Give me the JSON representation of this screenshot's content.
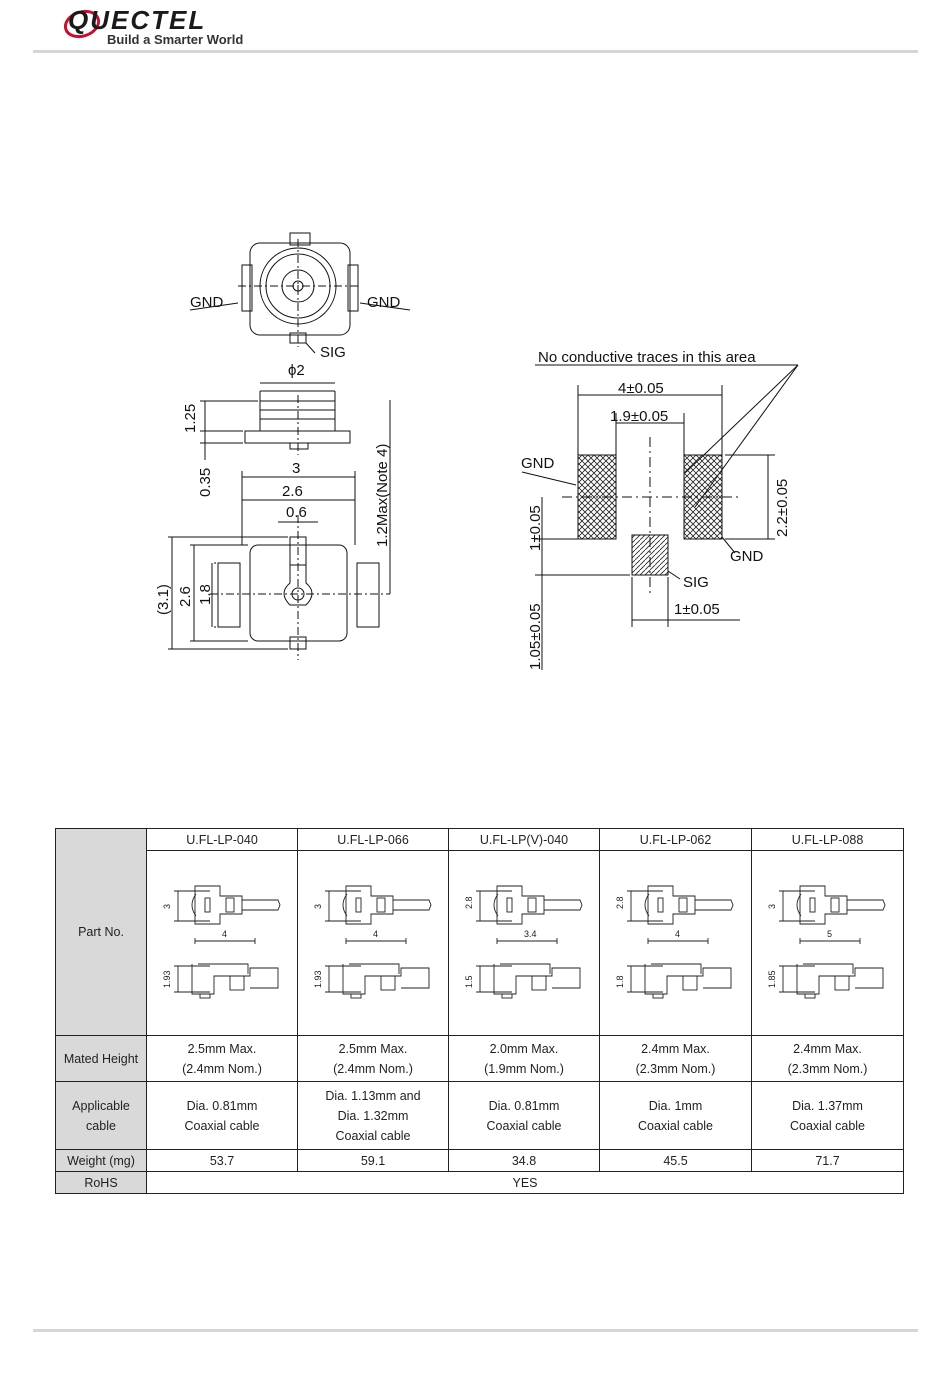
{
  "header": {
    "brand": "QUECTEL",
    "tagline": "Build a Smarter World",
    "brand_color": "#1a1a1a",
    "accent_color": "#c8102e"
  },
  "drawing": {
    "connector": {
      "gnd_left": "GND",
      "gnd_right": "GND",
      "sig": "SIG",
      "dia": "ϕ2",
      "h125": "1.25",
      "h035": "0.35",
      "w3": "3",
      "w26": "2.6",
      "w06": "0.6",
      "note": "1.2Max(Note 4)",
      "h31": "(3.1)",
      "h26": "2.6",
      "h18": "1.8"
    },
    "footprint": {
      "caption": "No conductive traces in this area",
      "d4": "4±0.05",
      "d19": "1.9±0.05",
      "gnd_left": "GND",
      "gnd_right": "GND",
      "sig": "SIG",
      "d22": "2.2±0.05",
      "d1": "1±0.05",
      "d105": "1.05±0.05",
      "d1b": "1±0.05"
    }
  },
  "table": {
    "row_labels": {
      "part_no": "Part No.",
      "mated_height": "Mated Height",
      "applicable_cable": [
        "Applicable",
        "cable"
      ],
      "weight": "Weight (mg)",
      "rohs": "RoHS"
    },
    "parts": [
      {
        "name": "U.FL-LP-040",
        "top_dim": "3",
        "len_dim": "4",
        "bot_dim": "1.93",
        "height": [
          "2.5mm Max.",
          "(2.4mm Nom.)"
        ],
        "cable": [
          "Dia. 0.81mm",
          "Coaxial cable"
        ],
        "weight": "53.7"
      },
      {
        "name": "U.FL-LP-066",
        "top_dim": "3",
        "len_dim": "4",
        "bot_dim": "1.93",
        "height": [
          "2.5mm Max.",
          "(2.4mm Nom.)"
        ],
        "cable": [
          "Dia. 1.13mm and",
          "Dia. 1.32mm",
          "Coaxial cable"
        ],
        "weight": "59.1"
      },
      {
        "name": "U.FL-LP(V)-040",
        "top_dim": "2.8",
        "len_dim": "3.4",
        "bot_dim": "1.5",
        "height": [
          "2.0mm Max.",
          "(1.9mm Nom.)"
        ],
        "cable": [
          "Dia. 0.81mm",
          "Coaxial cable"
        ],
        "weight": "34.8"
      },
      {
        "name": "U.FL-LP-062",
        "top_dim": "2.8",
        "len_dim": "4",
        "bot_dim": "1.8",
        "height": [
          "2.4mm Max.",
          "(2.3mm Nom.)"
        ],
        "cable": [
          "Dia. 1mm",
          "Coaxial cable"
        ],
        "weight": "45.5"
      },
      {
        "name": "U.FL-LP-088",
        "top_dim": "3",
        "len_dim": "5",
        "bot_dim": "1.85",
        "height": [
          "2.4mm Max.",
          "(2.3mm Nom.)"
        ],
        "cable": [
          "Dia. 1.37mm",
          "Coaxial cable"
        ],
        "weight": "71.7"
      }
    ],
    "rohs_value": "YES",
    "label_bg": "#d9d9d9"
  },
  "icon_names": {
    "mark": "hrs-mark"
  }
}
